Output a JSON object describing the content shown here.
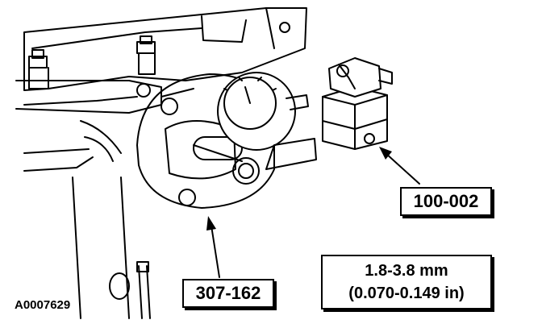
{
  "callouts": {
    "tool_clamp": "100-002",
    "tool_dial": "307-162"
  },
  "spec": {
    "metric": "1.8-3.8 mm",
    "imperial": "(0.070-0.149 in)"
  },
  "figure_id": "A0007629",
  "colors": {
    "line": "#000000",
    "background": "#ffffff"
  }
}
